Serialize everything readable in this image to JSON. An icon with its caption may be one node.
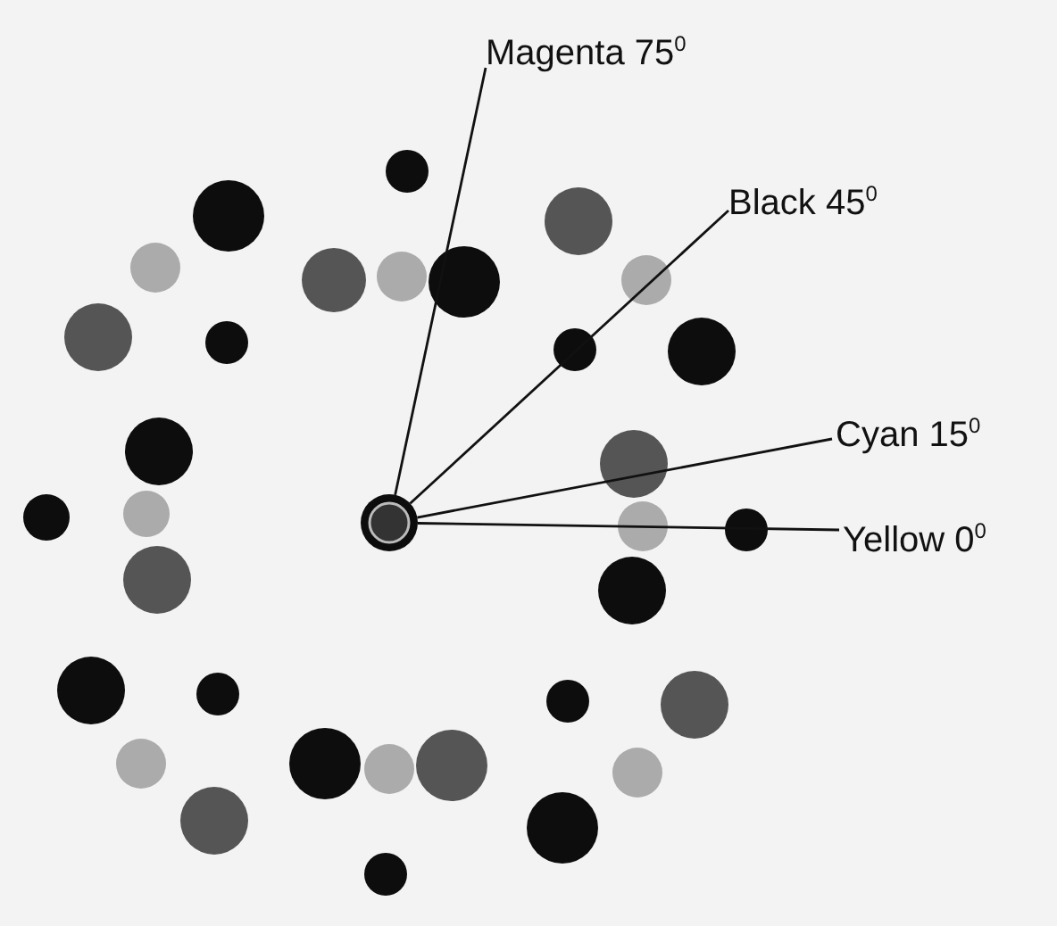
{
  "diagram": {
    "nodes": [
      {
        "text": [],
        "shape": "circle"
      },
      {
        "text": [
          "Magenta 75$^{0}$"
        ]
      },
      {
        "text": [
          "Black 45$^{0}$"
        ]
      },
      {
        "text": [
          "Cyan 15$^{0}$"
        ]
      },
      {
        "text": [
          "Yellow 0$^{0}$"
        ]
      }
    ],
    "edges": [
      {
        "from": 1,
        "to": 0,
        "arrow": "none"
      },
      {
        "from": 2,
        "to": 0,
        "arrow": "none"
      },
      {
        "from": 3,
        "to": 0,
        "arrow": "none"
      },
      {
        "from": 4,
        "to": 0,
        "arrow": "none"
      }
    ]
  }
}
